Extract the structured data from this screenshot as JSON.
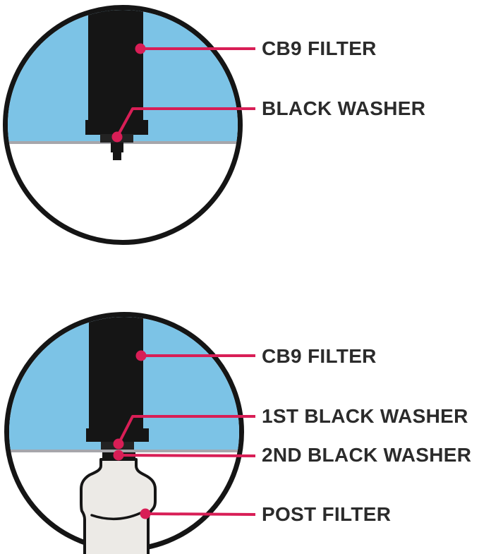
{
  "colors": {
    "water_blue": "#7CC3E6",
    "callout_pink": "#D81E56",
    "shape_black": "#151515",
    "shelf_gray": "#A6A6AB",
    "post_filter_fill": "#ECEAE6",
    "label_text": "#2B2B2B",
    "background": "#FFFFFF"
  },
  "top_diagram": {
    "labels": {
      "filter": "CB9 FILTER",
      "washer": "BLACK WASHER"
    }
  },
  "bottom_diagram": {
    "labels": {
      "filter": "CB9 FILTER",
      "washer1": "1ST BLACK WASHER",
      "washer2": "2ND BLACK WASHER",
      "post_filter": "POST FILTER"
    }
  }
}
